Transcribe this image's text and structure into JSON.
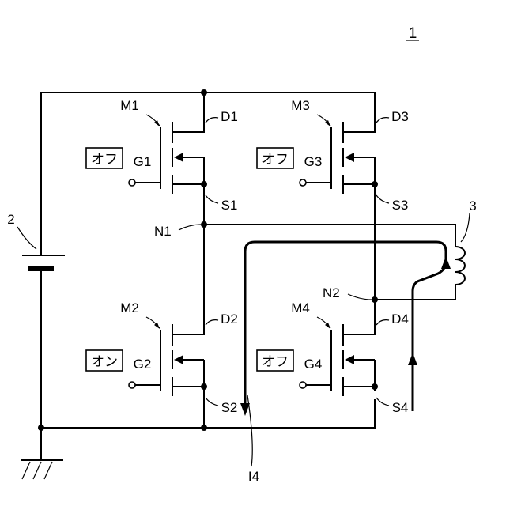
{
  "figure_number": "1",
  "battery_label": "2",
  "inductor_label": "3",
  "node_labels": {
    "n1": "N1",
    "n2": "N2"
  },
  "current_label": "I4",
  "transistors": [
    {
      "name": "M1",
      "drain": "D1",
      "gate": "G1",
      "source": "S1",
      "state": "オフ"
    },
    {
      "name": "M2",
      "drain": "D2",
      "gate": "G2",
      "source": "S2",
      "state": "オン"
    },
    {
      "name": "M3",
      "drain": "D3",
      "gate": "G3",
      "source": "S3",
      "state": "オフ"
    },
    {
      "name": "M4",
      "drain": "D4",
      "gate": "G4",
      "source": "S4",
      "state": "オフ"
    }
  ]
}
